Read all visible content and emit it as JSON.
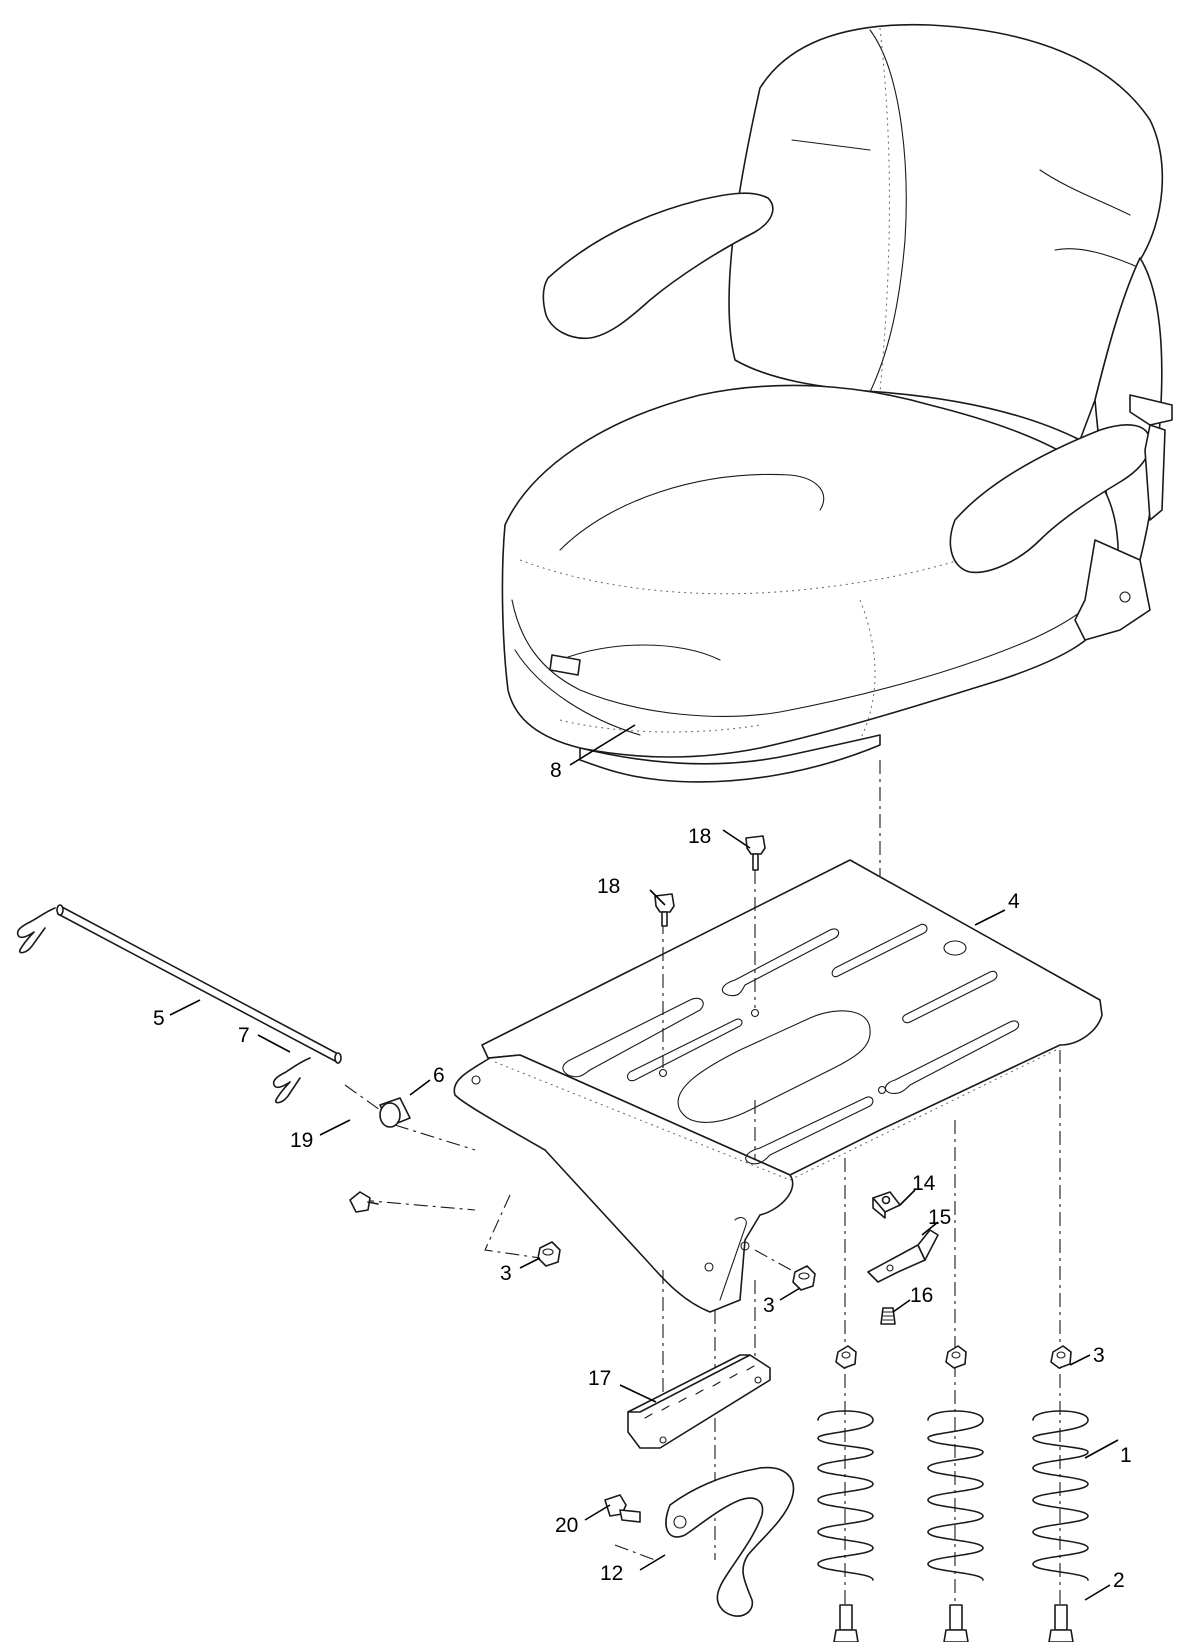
{
  "callouts": [
    {
      "id": "c1",
      "label": "1"
    },
    {
      "id": "c2",
      "label": "2"
    },
    {
      "id": "c3a",
      "label": "3"
    },
    {
      "id": "c3b",
      "label": "3"
    },
    {
      "id": "c3c",
      "label": "3"
    },
    {
      "id": "c4",
      "label": "4"
    },
    {
      "id": "c5",
      "label": "5"
    },
    {
      "id": "c6",
      "label": "6"
    },
    {
      "id": "c7",
      "label": "7"
    },
    {
      "id": "c8",
      "label": "8"
    },
    {
      "id": "c12",
      "label": "12"
    },
    {
      "id": "c14",
      "label": "14"
    },
    {
      "id": "c15",
      "label": "15"
    },
    {
      "id": "c16",
      "label": "16"
    },
    {
      "id": "c17",
      "label": "17"
    },
    {
      "id": "c18a",
      "label": "18"
    },
    {
      "id": "c18b",
      "label": "18"
    },
    {
      "id": "c19",
      "label": "19"
    },
    {
      "id": "c20",
      "label": "20"
    }
  ],
  "colors": {
    "line": "#1a1a1a",
    "background": "#ffffff"
  }
}
